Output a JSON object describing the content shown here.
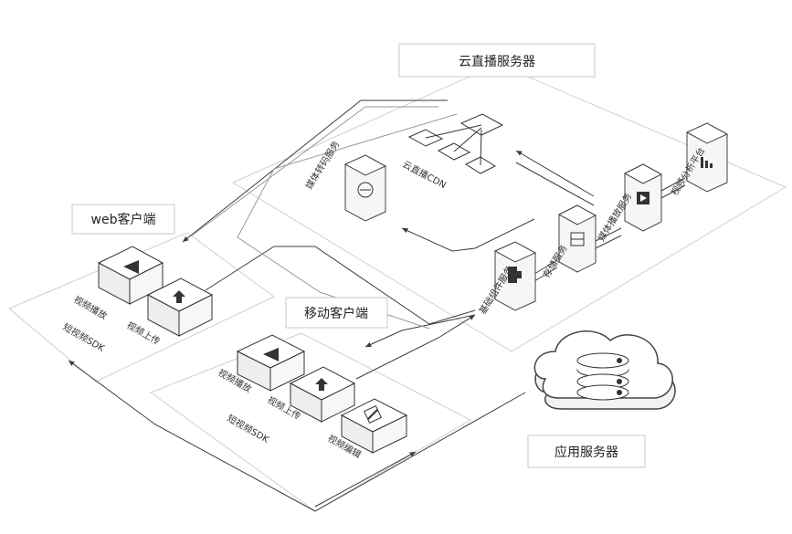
{
  "labels": {
    "cloud_live_server": "云直播服务器",
    "cloud_live_cdn": "云直播CDN",
    "media_transcode": "媒体转码服务",
    "storage_service": "存储服务",
    "media_playback": "媒体播放服务",
    "video_analytics": "视频分析平台",
    "base_components": "基础组件服务",
    "web_client": "web客户端",
    "web_video_play": "视频播放",
    "web_video_upload": "视频上传",
    "web_short_video_sdk": "短视频SDK",
    "mobile_client": "移动客户端",
    "mobile_video_play": "视频播放",
    "mobile_video_upload": "视频上传",
    "mobile_video_edit": "视频编辑",
    "mobile_short_video_sdk": "短视频SDK",
    "app_server": "应用服务器"
  },
  "icons": {
    "play": "play-icon",
    "upload": "upload-arrow-icon",
    "edit": "edit-pencil-icon",
    "transcode": "transcode-icon",
    "storage": "storage-icon",
    "playback": "playback-icon",
    "analytics": "bar-chart-icon",
    "base": "puzzle-icon",
    "cdn": "network-nodes-icon",
    "server": "database-cloud-icon"
  }
}
